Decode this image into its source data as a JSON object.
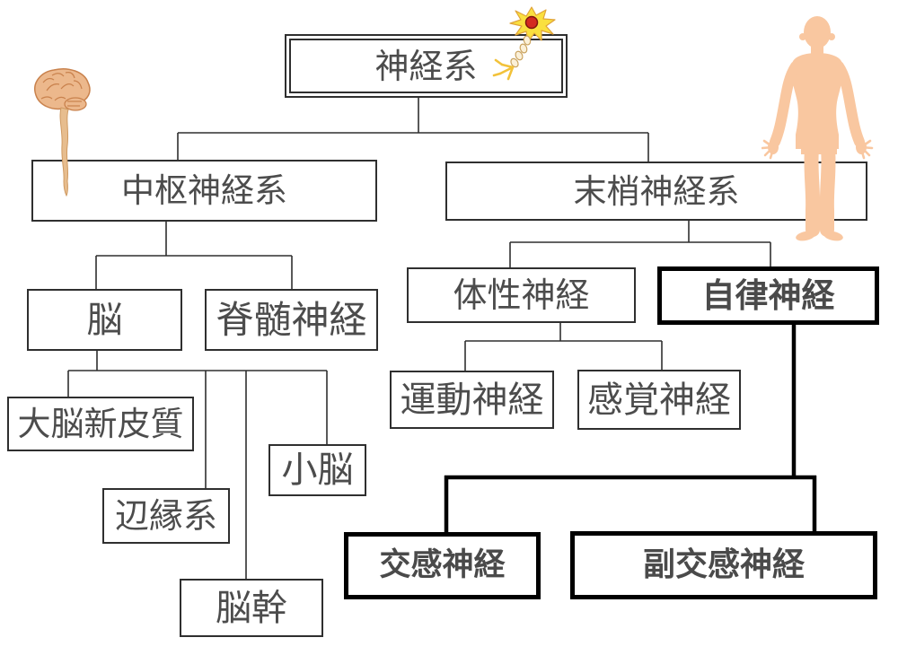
{
  "diagram": {
    "nodes": {
      "nervous_system": "神経系",
      "central_nervous_system": "中枢神経系",
      "peripheral_nervous_system": "末梢神経系",
      "brain": "脳",
      "spinal_nerves": "脊髄神経",
      "neocortex": "大脳新皮質",
      "limbic_system": "辺縁系",
      "cerebellum": "小脳",
      "brainstem": "脳幹",
      "somatic_nerves": "体性神経",
      "autonomic_nerves": "自律神経",
      "motor_nerves": "運動神経",
      "sensory_nerves": "感覚神経",
      "sympathetic_nerves": "交感神経",
      "parasympathetic_nerves": "副交感神経"
    },
    "icons": [
      "brain-spinal-cord-illustration",
      "neuron-illustration",
      "human-body-illustration"
    ],
    "colors": {
      "box_border": "#2f2f2f",
      "emphasis_border": "#000000",
      "text": "#4c4c4c",
      "body_fill": "#f9c7a0",
      "brain_fill": "#ecb88c",
      "brain_outline": "#c9824d",
      "neuron_fill": "#fae03f",
      "neuron_nucleus": "#d42a20",
      "axon_bead_fill": "#fbf0d8"
    }
  }
}
